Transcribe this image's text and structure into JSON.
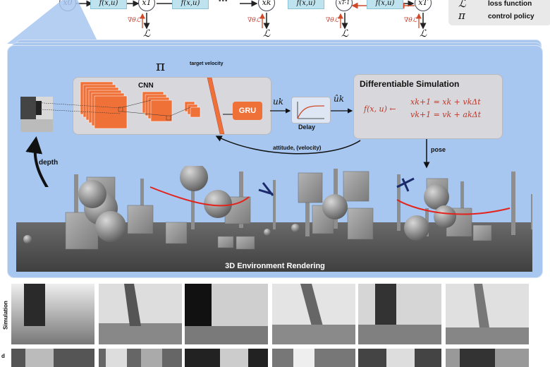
{
  "chain": {
    "nodes": [
      "x0",
      "x1",
      "xk",
      "xT-1",
      "xT"
    ],
    "dynamics_label": "f(x,u)",
    "ellipsis": "•••",
    "gradient_label": "∇θℒ",
    "loss_symbol": "ℒ"
  },
  "legend": {
    "rows": [
      {
        "symbol": "ℒ",
        "text": "loss function"
      },
      {
        "symbol": "π",
        "text": "control policy"
      }
    ]
  },
  "policy": {
    "symbol": "π",
    "cnn_label": "CNN",
    "target_velocity_label": "target velocity",
    "gru_label": "GRU",
    "uk_label": "uk",
    "delay_label": "Delay",
    "uk_hat_label": "ûk"
  },
  "simulation": {
    "title": "Differentiable Simulation",
    "f_label": "f(x, u) ←",
    "eq1": "xk+1 = xk + vkΔt",
    "eq2": "vk+1 = vk + akΔt"
  },
  "arrows": {
    "attitude_label": "attitude, (velocity)",
    "pose_label": "pose",
    "depth_label": "depth"
  },
  "environment": {
    "title": "3D Environment Rendering"
  },
  "rows": {
    "simulation_label": "Simulation",
    "real_label": "d"
  },
  "colors": {
    "panel": "#a7c7f0",
    "accent_orange": "#ef7138",
    "accent_red": "#c0392b",
    "box_cyan": "#bfe3ee"
  }
}
